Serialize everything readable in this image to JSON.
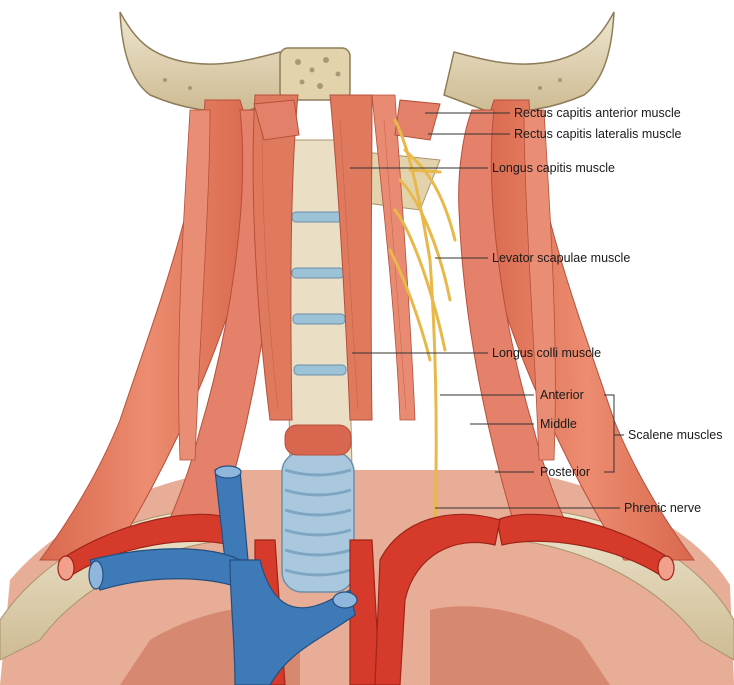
{
  "labels": {
    "rectus_capitis_anterior": "Rectus capitis anterior muscle",
    "rectus_capitis_lateralis": "Rectus capitis lateralis muscle",
    "longus_capitis": "Longus capitis muscle",
    "levator_scapulae": "Levator scapulae muscle",
    "longus_colli": "Longus colli muscle",
    "anterior": "Anterior",
    "middle": "Middle",
    "posterior": "Posterior",
    "scalene_muscles": "Scalene muscles",
    "phrenic_nerve": "Phrenic nerve"
  },
  "colors": {
    "muscle": "#e07a5f",
    "muscle_dark": "#c4573e",
    "bone": "#e8dcc0",
    "bone_shadow": "#b8a888",
    "artery": "#d63a2a",
    "vein": "#3f7ab8",
    "nerve": "#f2c764",
    "trachea": "#a9c8de",
    "leader": "#333333"
  }
}
